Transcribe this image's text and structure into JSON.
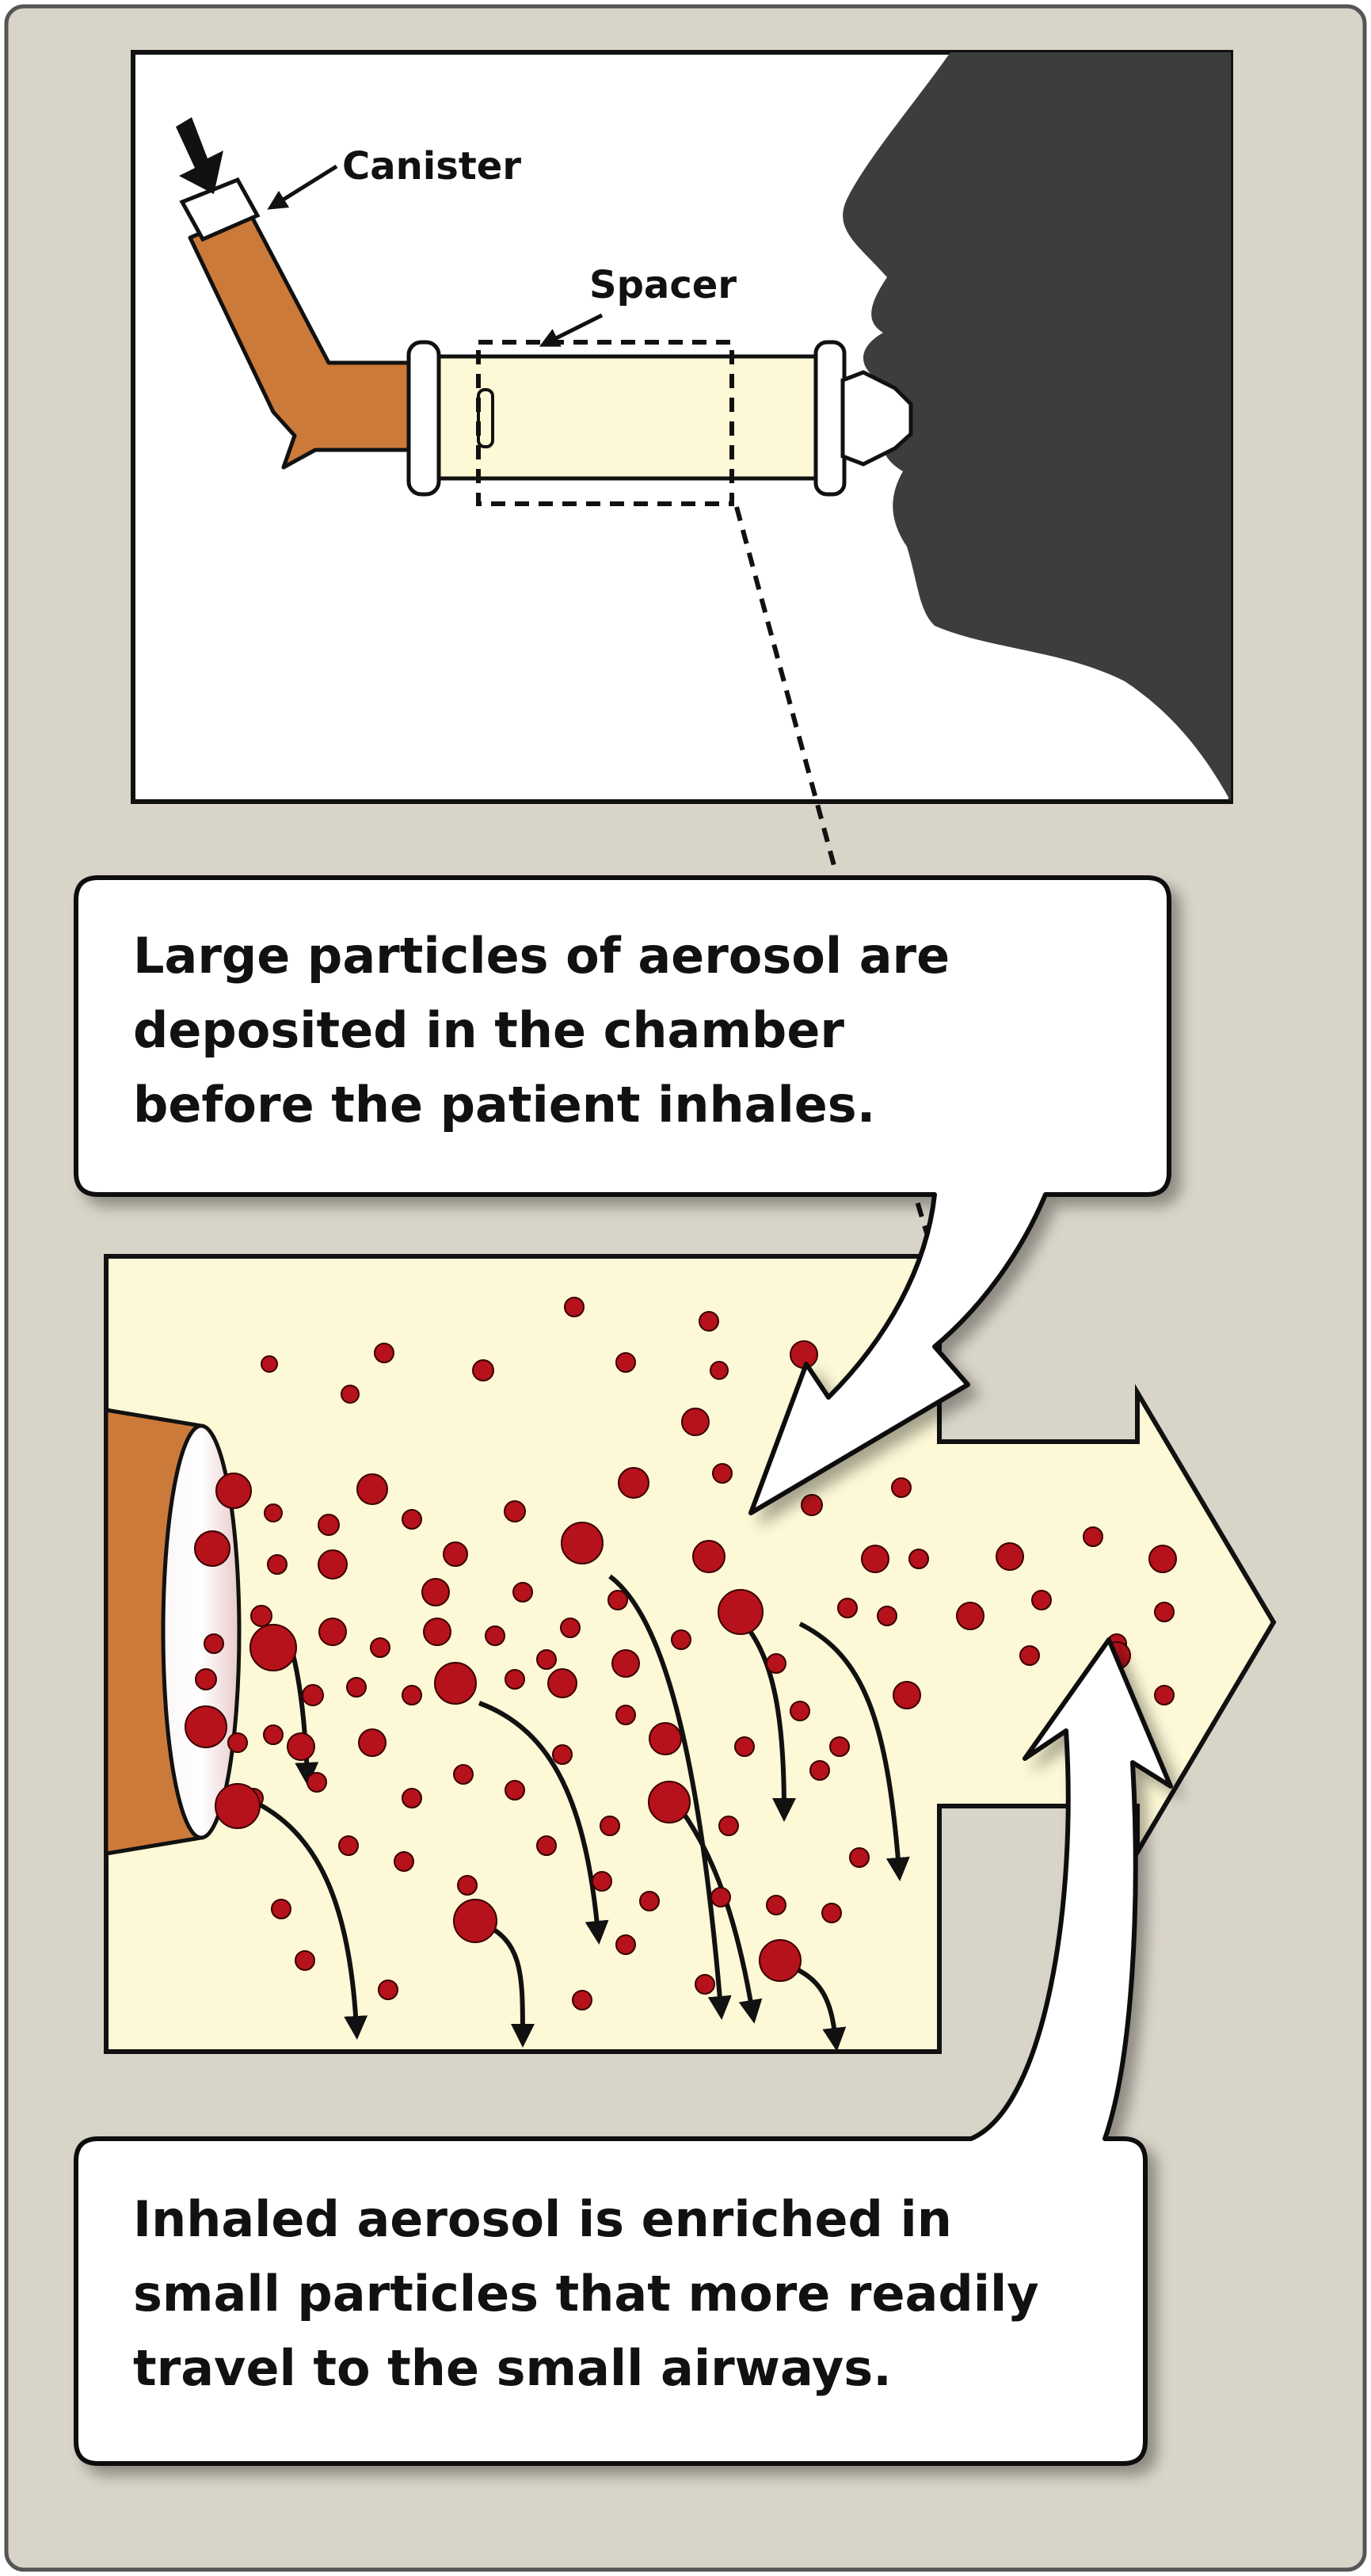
{
  "labels": {
    "canister": "Canister",
    "spacer": "Spacer"
  },
  "callouts": {
    "top": {
      "lines": [
        "Large particles of aerosol are",
        "deposited in the chamber",
        "before the patient inhales."
      ]
    },
    "bottom": {
      "lines": [
        "Inhaled aerosol is enriched in",
        "small particles that more readily",
        "travel to the small airways."
      ]
    }
  },
  "colors": {
    "frame_background": "#d9d4c8",
    "inhaler_orange": "#cc7a3a",
    "spacer_cream": "#fdf8d6",
    "particle_red": "#b5121b",
    "silhouette": "#3d3d3d"
  }
}
